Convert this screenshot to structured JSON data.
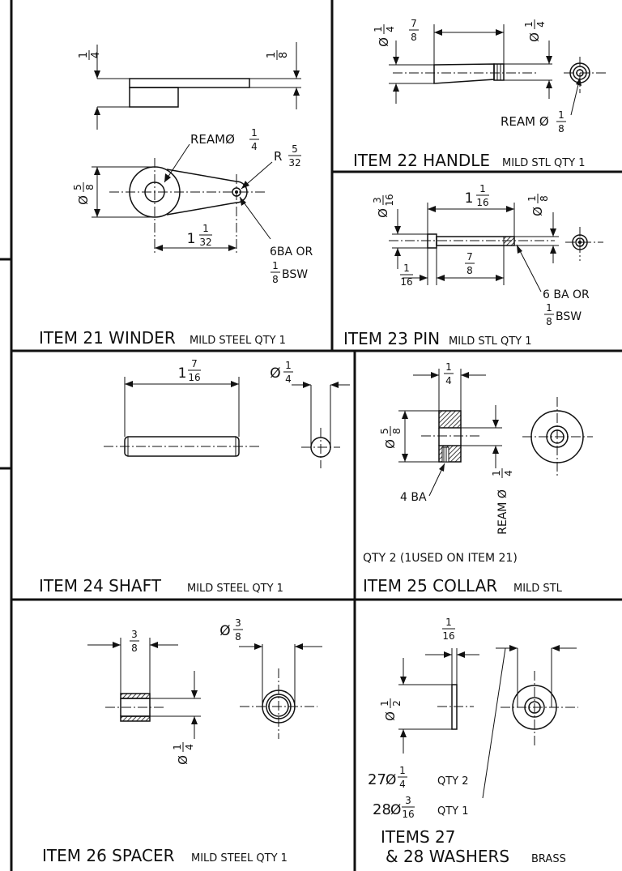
{
  "colors": {
    "ink": "#111111",
    "paper": "#ffffff"
  },
  "item21": {
    "title": "ITEM 21 WINDER",
    "spec": "MILD STEEL  QTY 1",
    "thickness": {
      "w": "1",
      "d": "4"
    },
    "arm_thickness": {
      "w": "1",
      "d": "8"
    },
    "ream_prefix": "REAMØ",
    "ream": {
      "w": "1",
      "d": "4"
    },
    "radius_prefix": "R",
    "radius": {
      "w": "5",
      "d": "32"
    },
    "boss_prefix": "Ø",
    "boss": {
      "w": "5",
      "d": "8"
    },
    "centres": {
      "i": "1",
      "w": "1",
      "d": "32"
    },
    "thread_a": "6BA OR",
    "thread_b": {
      "w": "1",
      "d": "8",
      "s": "BSW"
    }
  },
  "item22": {
    "title": "ITEM 22 HANDLE",
    "spec": "MILD STL  QTY 1",
    "dia_prefix": "Ø",
    "dia_left": {
      "w": "1",
      "d": "4"
    },
    "length": {
      "w": "7",
      "d": "8"
    },
    "dia_right": {
      "w": "1",
      "d": "4"
    },
    "ream_prefix": "REAM Ø",
    "ream": {
      "w": "1",
      "d": "8"
    }
  },
  "item23": {
    "title": "ITEM 23 PIN",
    "spec": "MILD STL  QTY 1",
    "dia_prefix": "Ø",
    "dia_left": {
      "w": "3",
      "d": "16"
    },
    "overall": {
      "i": "1",
      "w": "1",
      "d": "16"
    },
    "dia_right": {
      "w": "1",
      "d": "8"
    },
    "head": {
      "w": "1",
      "d": "16"
    },
    "shank": {
      "w": "7",
      "d": "8"
    },
    "thread_a": "6 BA OR",
    "thread_b": {
      "w": "1",
      "d": "8",
      "s": "BSW"
    }
  },
  "item24": {
    "title": "ITEM 24  SHAFT",
    "spec": "MILD STEEL  QTY 1",
    "length": {
      "i": "1",
      "w": "7",
      "d": "16"
    },
    "dia_prefix": "Ø",
    "dia": {
      "w": "1",
      "d": "4"
    }
  },
  "item25": {
    "title": "ITEM 25 COLLAR",
    "spec": "MILD STL",
    "qty_note": "QTY 2  (1USED ON ITEM 21)",
    "width": {
      "w": "1",
      "d": "4"
    },
    "dia_prefix": "Ø",
    "dia": {
      "w": "5",
      "d": "8"
    },
    "tap": "4 BA",
    "ream_prefix": "REAM Ø",
    "ream": {
      "w": "1",
      "d": "4"
    }
  },
  "item26": {
    "title": "ITEM 26 SPACER",
    "spec": "MILD STEEL  QTY 1",
    "length": {
      "w": "3",
      "d": "8"
    },
    "dia_prefix": "Ø",
    "od": {
      "w": "3",
      "d": "8"
    },
    "id": {
      "w": "1",
      "d": "4"
    }
  },
  "item2728": {
    "title_a": "ITEMS 27",
    "title_b": "& 28 WASHERS",
    "spec": "BRASS",
    "thick": {
      "w": "1",
      "d": "16"
    },
    "dia_prefix": "Ø",
    "od": {
      "w": "1",
      "d": "2"
    },
    "w27_num": "27",
    "w27_prefix": "Ø",
    "w27": {
      "w": "1",
      "d": "4"
    },
    "w27_qty": "QTY 2",
    "w28_num": "28",
    "w28_prefix": "Ø",
    "w28": {
      "w": "3",
      "d": "16"
    },
    "w28_qty": "QTY 1"
  }
}
